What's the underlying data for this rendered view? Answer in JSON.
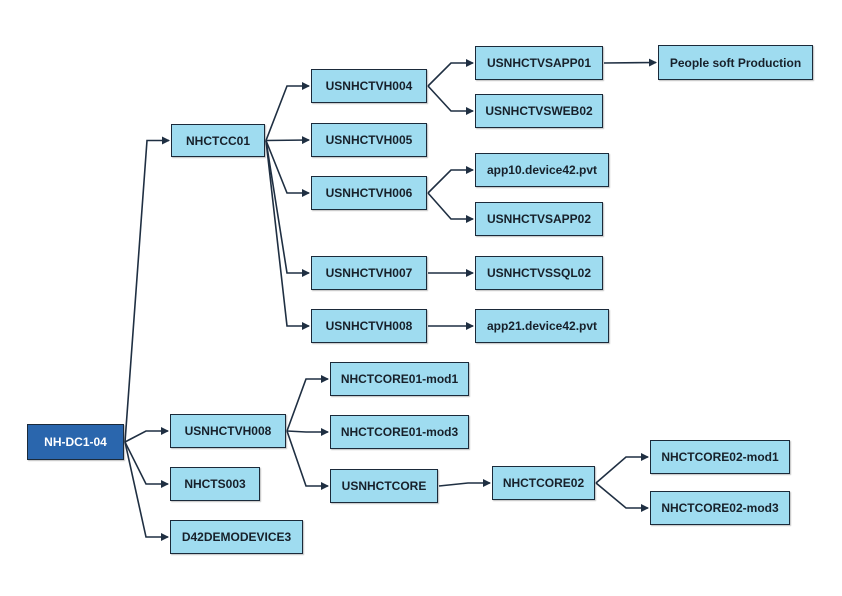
{
  "colors": {
    "root_fill": "#2a66ad",
    "node_fill": "#9fdcf0",
    "line": "#1f2f42"
  },
  "nodes": {
    "nh_dc1_04": "NH-DC1-04",
    "nhctcc01": "NHCTCC01",
    "usnhctvh004": "USNHCTVH004",
    "usnhctvsapp01": "USNHCTVSAPP01",
    "people_soft_production": "People soft Production",
    "usnhctvsweb02": "USNHCTVSWEB02",
    "usnhctvh005": "USNHCTVH005",
    "usnhctvh006": "USNHCTVH006",
    "app10_device42": "app10.device42.pvt",
    "usnhctvsapp02": "USNHCTVSAPP02",
    "usnhctvh007": "USNHCTVH007",
    "usnhctvssql02": "USNHCTVSSQL02",
    "usnhctvh008_a": "USNHCTVH008",
    "app21_device42": "app21.device42.pvt",
    "usnhctvh008_b": "USNHCTVH008",
    "nhctcore01_mod1": "NHCTCORE01-mod1",
    "nhctcore01_mod3": "NHCTCORE01-mod3",
    "usnhctcore": "USNHCTCORE",
    "nhctcore02": "NHCTCORE02",
    "nhctcore02_mod1": "NHCTCORE02-mod1",
    "nhctcore02_mod3": "NHCTCORE02-mod3",
    "nhcts003": "NHCTS003",
    "d42demodevice3": "D42DEMODEVICE3"
  },
  "edges": [
    [
      "nh_dc1_04",
      "nhctcc01"
    ],
    [
      "nh_dc1_04",
      "usnhctvh008_b"
    ],
    [
      "nh_dc1_04",
      "nhcts003"
    ],
    [
      "nh_dc1_04",
      "d42demodevice3"
    ],
    [
      "nhctcc01",
      "usnhctvh004"
    ],
    [
      "nhctcc01",
      "usnhctvh005"
    ],
    [
      "nhctcc01",
      "usnhctvh006"
    ],
    [
      "nhctcc01",
      "usnhctvh007"
    ],
    [
      "nhctcc01",
      "usnhctvh008_a"
    ],
    [
      "usnhctvh004",
      "usnhctvsapp01"
    ],
    [
      "usnhctvh004",
      "usnhctvsweb02"
    ],
    [
      "usnhctvsapp01",
      "people_soft_production"
    ],
    [
      "usnhctvh006",
      "app10_device42"
    ],
    [
      "usnhctvh006",
      "usnhctvsapp02"
    ],
    [
      "usnhctvh007",
      "usnhctvssql02"
    ],
    [
      "usnhctvh008_a",
      "app21_device42"
    ],
    [
      "usnhctvh008_b",
      "nhctcore01_mod1"
    ],
    [
      "usnhctvh008_b",
      "nhctcore01_mod3"
    ],
    [
      "usnhctvh008_b",
      "usnhctcore"
    ],
    [
      "usnhctcore",
      "nhctcore02"
    ],
    [
      "nhctcore02",
      "nhctcore02_mod1"
    ],
    [
      "nhctcore02",
      "nhctcore02_mod3"
    ]
  ]
}
